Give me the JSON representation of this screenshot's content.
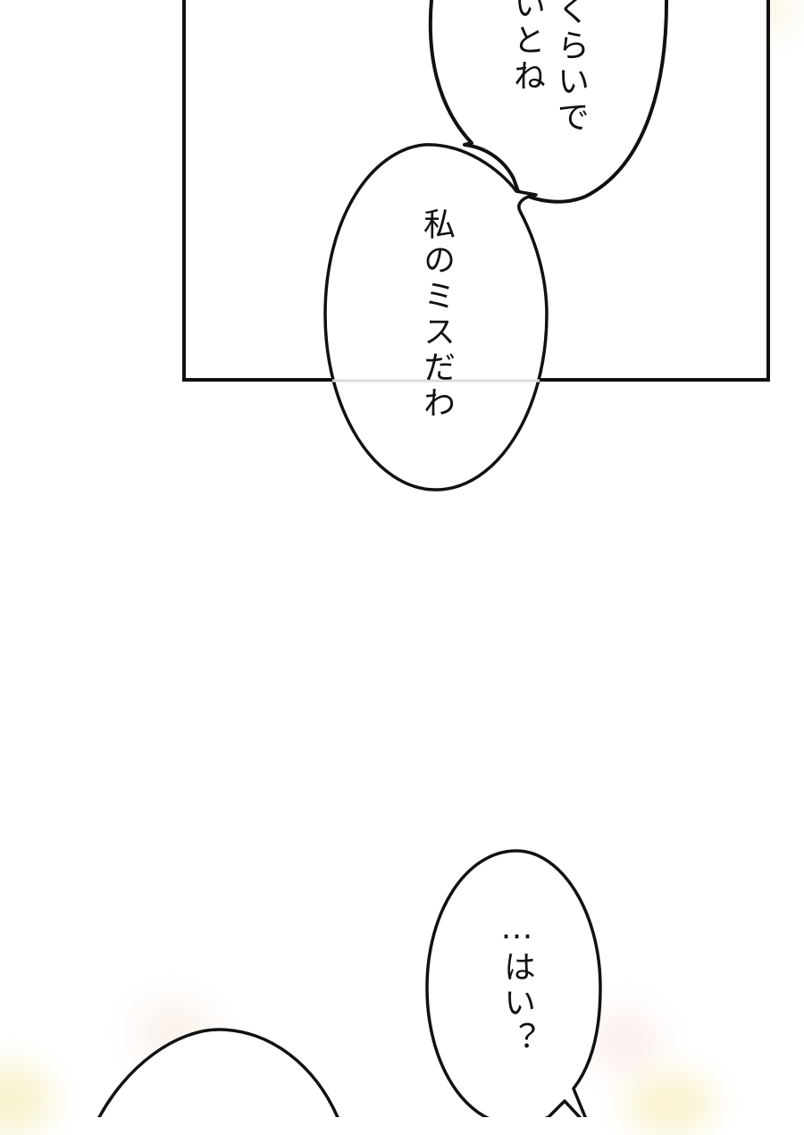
{
  "page": {
    "background": "#ffffff",
    "panel_border_color": "#111111"
  },
  "bubbles": [
    {
      "id": "bubble-1",
      "lines": [
        "くらいで",
        "いとね"
      ],
      "partial": true
    },
    {
      "id": "bubble-2",
      "lines": [
        "私のミスだわ"
      ]
    },
    {
      "id": "bubble-3",
      "lines": [
        "…はい？"
      ]
    },
    {
      "id": "bubble-4",
      "lines": [],
      "partial": true
    }
  ],
  "glows": [
    {
      "color": "#fbf7d8"
    },
    {
      "color": "#fcf2ec"
    },
    {
      "color": "#faf7dc"
    }
  ]
}
